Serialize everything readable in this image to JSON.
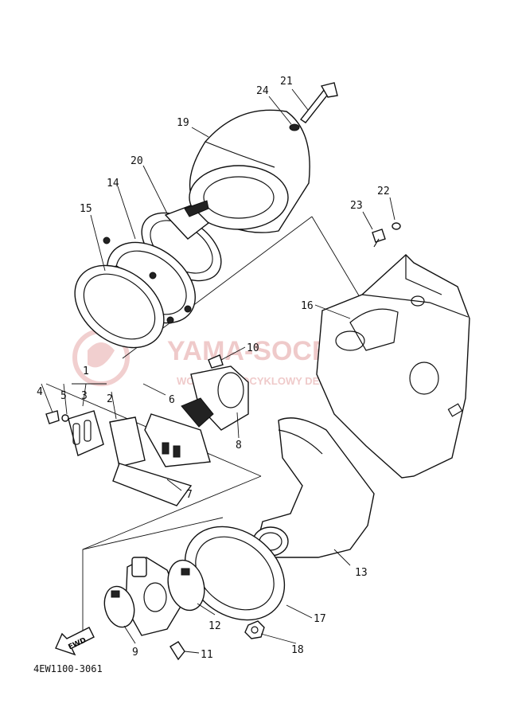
{
  "diagram_code": "4EW1100-3061",
  "fwd_label": "FWD",
  "watermark": {
    "title": "YAMA-SOCER.PL",
    "subtitle": "WORLD MOTOCYKLOWY DEALER YAMAHA"
  },
  "callouts": [
    "1",
    "2",
    "3",
    "4",
    "5",
    "6",
    "7",
    "8",
    "9",
    "10",
    "11",
    "12",
    "13",
    "14",
    "15",
    "16",
    "17",
    "18",
    "19",
    "20",
    "21",
    "22",
    "23",
    "24"
  ],
  "colors": {
    "line": "#111111",
    "watermark": "#e7a9a9",
    "background": "#ffffff"
  }
}
